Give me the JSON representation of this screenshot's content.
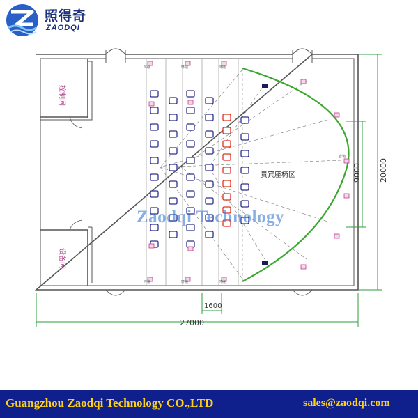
{
  "brand": {
    "name_cn": "照得奇",
    "name_en": "ZAODQI",
    "logo_icon": "wave-z-logo-icon",
    "color": "#1b2f7a"
  },
  "plan": {
    "rooms": [
      {
        "id": "control",
        "label": "控制间"
      },
      {
        "id": "equipment",
        "label": "设备间"
      }
    ],
    "vip_zone_label": "贵宾座椅区",
    "surround_label": "环绕",
    "speaker_label": "音箱",
    "seat_rows_normal": 10,
    "seat_rows_vip": 9,
    "dimensions": {
      "width": "27000",
      "depth": "20000",
      "screen_width": "9000",
      "aisle": "1600"
    },
    "colors": {
      "walls": "#555555",
      "dimension_lines": "#2e9c3a",
      "screen_arc": "#3aa82e",
      "seats": "#2e2f8a",
      "vip_seats": "#e03020",
      "speakers": "#c03a8c"
    }
  },
  "watermark": "Zaodqi Technology",
  "footer": {
    "company": "Guangzhou Zaodqi Technology CO.,LTD",
    "email": "sales@zaodqi.com",
    "background": "#0f1f8c",
    "text_color": "#ffd21a"
  }
}
